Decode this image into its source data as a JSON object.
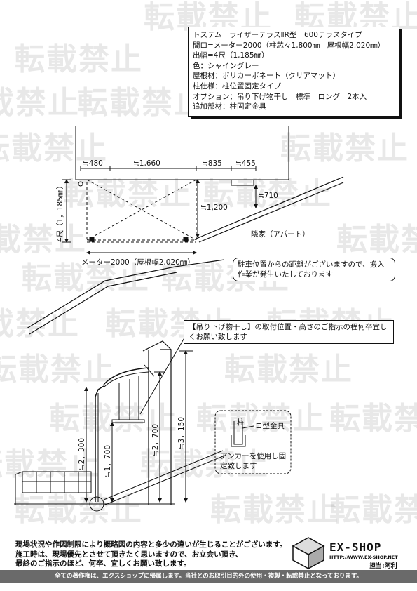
{
  "watermark": "転載禁止",
  "spec": [
    "トステム　ライザーテラスⅡR型　600テラスタイプ",
    "間口=メーター2000（柱芯々1,800㎜　屋根幅2,020㎜）",
    "出幅=4尺（1,185㎜）",
    "色：シャイングレー",
    "屋根材：ポリカーボネート（クリアマット）",
    "柱仕様：柱位置固定タイプ",
    "オプション：吊り下げ物干し　標準　ロング　2本入",
    "追加部材：柱固定金具"
  ],
  "plan": {
    "dim_480": "≒480",
    "dim_1660": "≒1,660",
    "dim_835": "≒835",
    "dim_455": "≒455",
    "dim_710": "≒710",
    "dim_1200": "≒1,200",
    "depth": "4尺（1，185㎜）",
    "width": "メーター2000（屋根幅2,020㎜）",
    "neighbor": "隣家（アパート）"
  },
  "note_parking": "駐車位置からの距離がございますので、搬入作業が発生いたしております",
  "note_hanger": "【吊り下げ物干し】の取付位置・高さのご指示の程何卒宜しくお願い致します",
  "section": {
    "dim_2300": "≒2，300",
    "dim_1700": "≒1，700",
    "dim_2700": "≒2，700",
    "dim_3150": "≒3，150"
  },
  "detail": {
    "post": "柱",
    "bracket": "コ型金具",
    "anchor": "アンカーを使用し固定致します"
  },
  "footer_lines": [
    "現場状況や作図制限により概略図の内容と多少の違いが生じることがございます。",
    "施工時は、現場優先とさせて頂きたく思いますので、お立会い頂き、",
    "最終のご指示のほど、何卒、宜しくお願い致します。"
  ],
  "copyright": "全ての著作権は、エクスショップに帰属します。当社とのお取引目的外の使用・複製・転載禁止となっております。",
  "brand": "EX-SHOP",
  "brand_url": "HTTP://WWW.EX-SHOP.NET",
  "staff": "担当:阿利"
}
